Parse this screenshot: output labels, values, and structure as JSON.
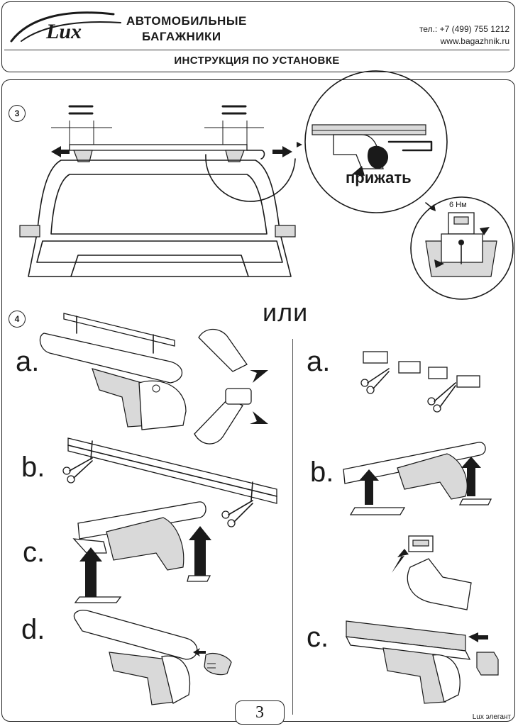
{
  "header": {
    "logo_text": "Lux",
    "brand_line1": "АВТОМОБИЛЬНЫЕ",
    "brand_line2": "БАГАЖНИКИ",
    "phone": "тел.: +7 (499) 755 1212",
    "website": "www.bagazhnik.ru",
    "title": "ИНСТРУКЦИЯ ПО УСТАНОВКЕ"
  },
  "step3": {
    "number": "3",
    "press_label": "прижать",
    "torque": "6 Нм"
  },
  "step4": {
    "number": "4",
    "or_label": "или",
    "left_substeps": [
      "a.",
      "b.",
      "c.",
      "d."
    ],
    "right_substeps": [
      "a.",
      "b.",
      "c."
    ]
  },
  "footer": {
    "page_number": "3",
    "model": "Lux элегант"
  },
  "colors": {
    "line": "#1a1a1a",
    "background": "#ffffff",
    "shade": "#d9d9d9"
  }
}
